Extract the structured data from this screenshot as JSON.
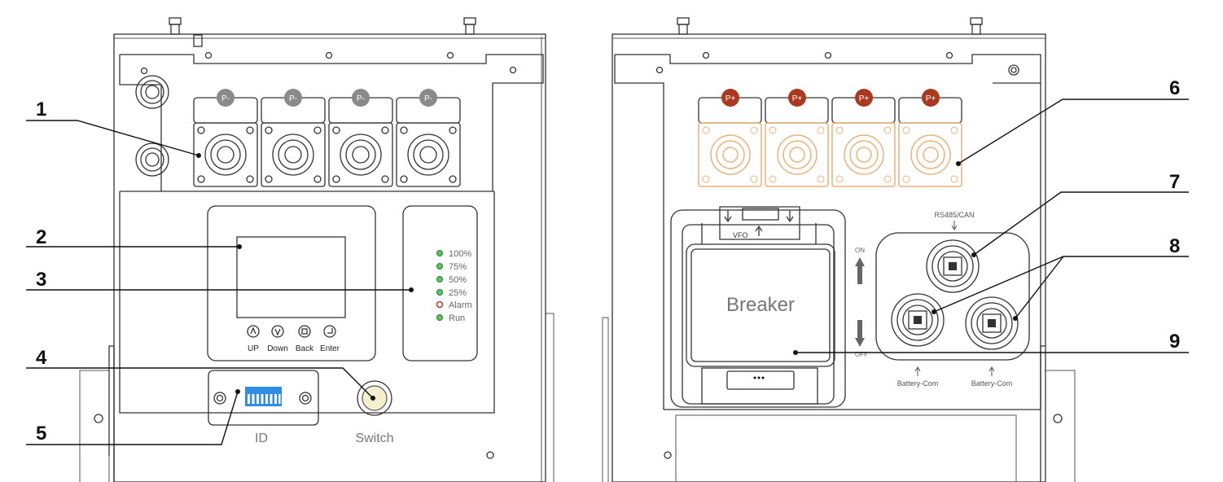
{
  "front_panel": {
    "terminal_labels": [
      "P-",
      "P-",
      "P-",
      "P-"
    ],
    "led_labels": [
      "100%",
      "75%",
      "50%",
      "25%",
      "Alarm",
      "Run"
    ],
    "buttons": [
      "UP",
      "Down",
      "Back",
      "Enter"
    ],
    "id_label": "ID",
    "switch_label": "Switch"
  },
  "back_panel": {
    "terminal_labels": [
      "P+",
      "P+",
      "P+",
      "P+"
    ],
    "breaker_label": "Breaker",
    "on_label": "ON",
    "off_label": "OFF",
    "rs485_label": "RS485/CAN",
    "battery_com_labels": [
      "Battery-Com",
      "Battery-Com"
    ]
  },
  "callouts": [
    "1",
    "2",
    "3",
    "4",
    "5",
    "6",
    "7",
    "8",
    "9"
  ],
  "colors": {
    "line": "#333333",
    "p_minus_fill": "#8a8a8a",
    "p_plus_fill": "#a93a1f",
    "p_plus_connector": "#e8b27a",
    "led_green": "#5cc46a",
    "led_red": "#c0392b",
    "dip_blue": "#2f8de4",
    "switch_fill": "#f3f0cf"
  }
}
